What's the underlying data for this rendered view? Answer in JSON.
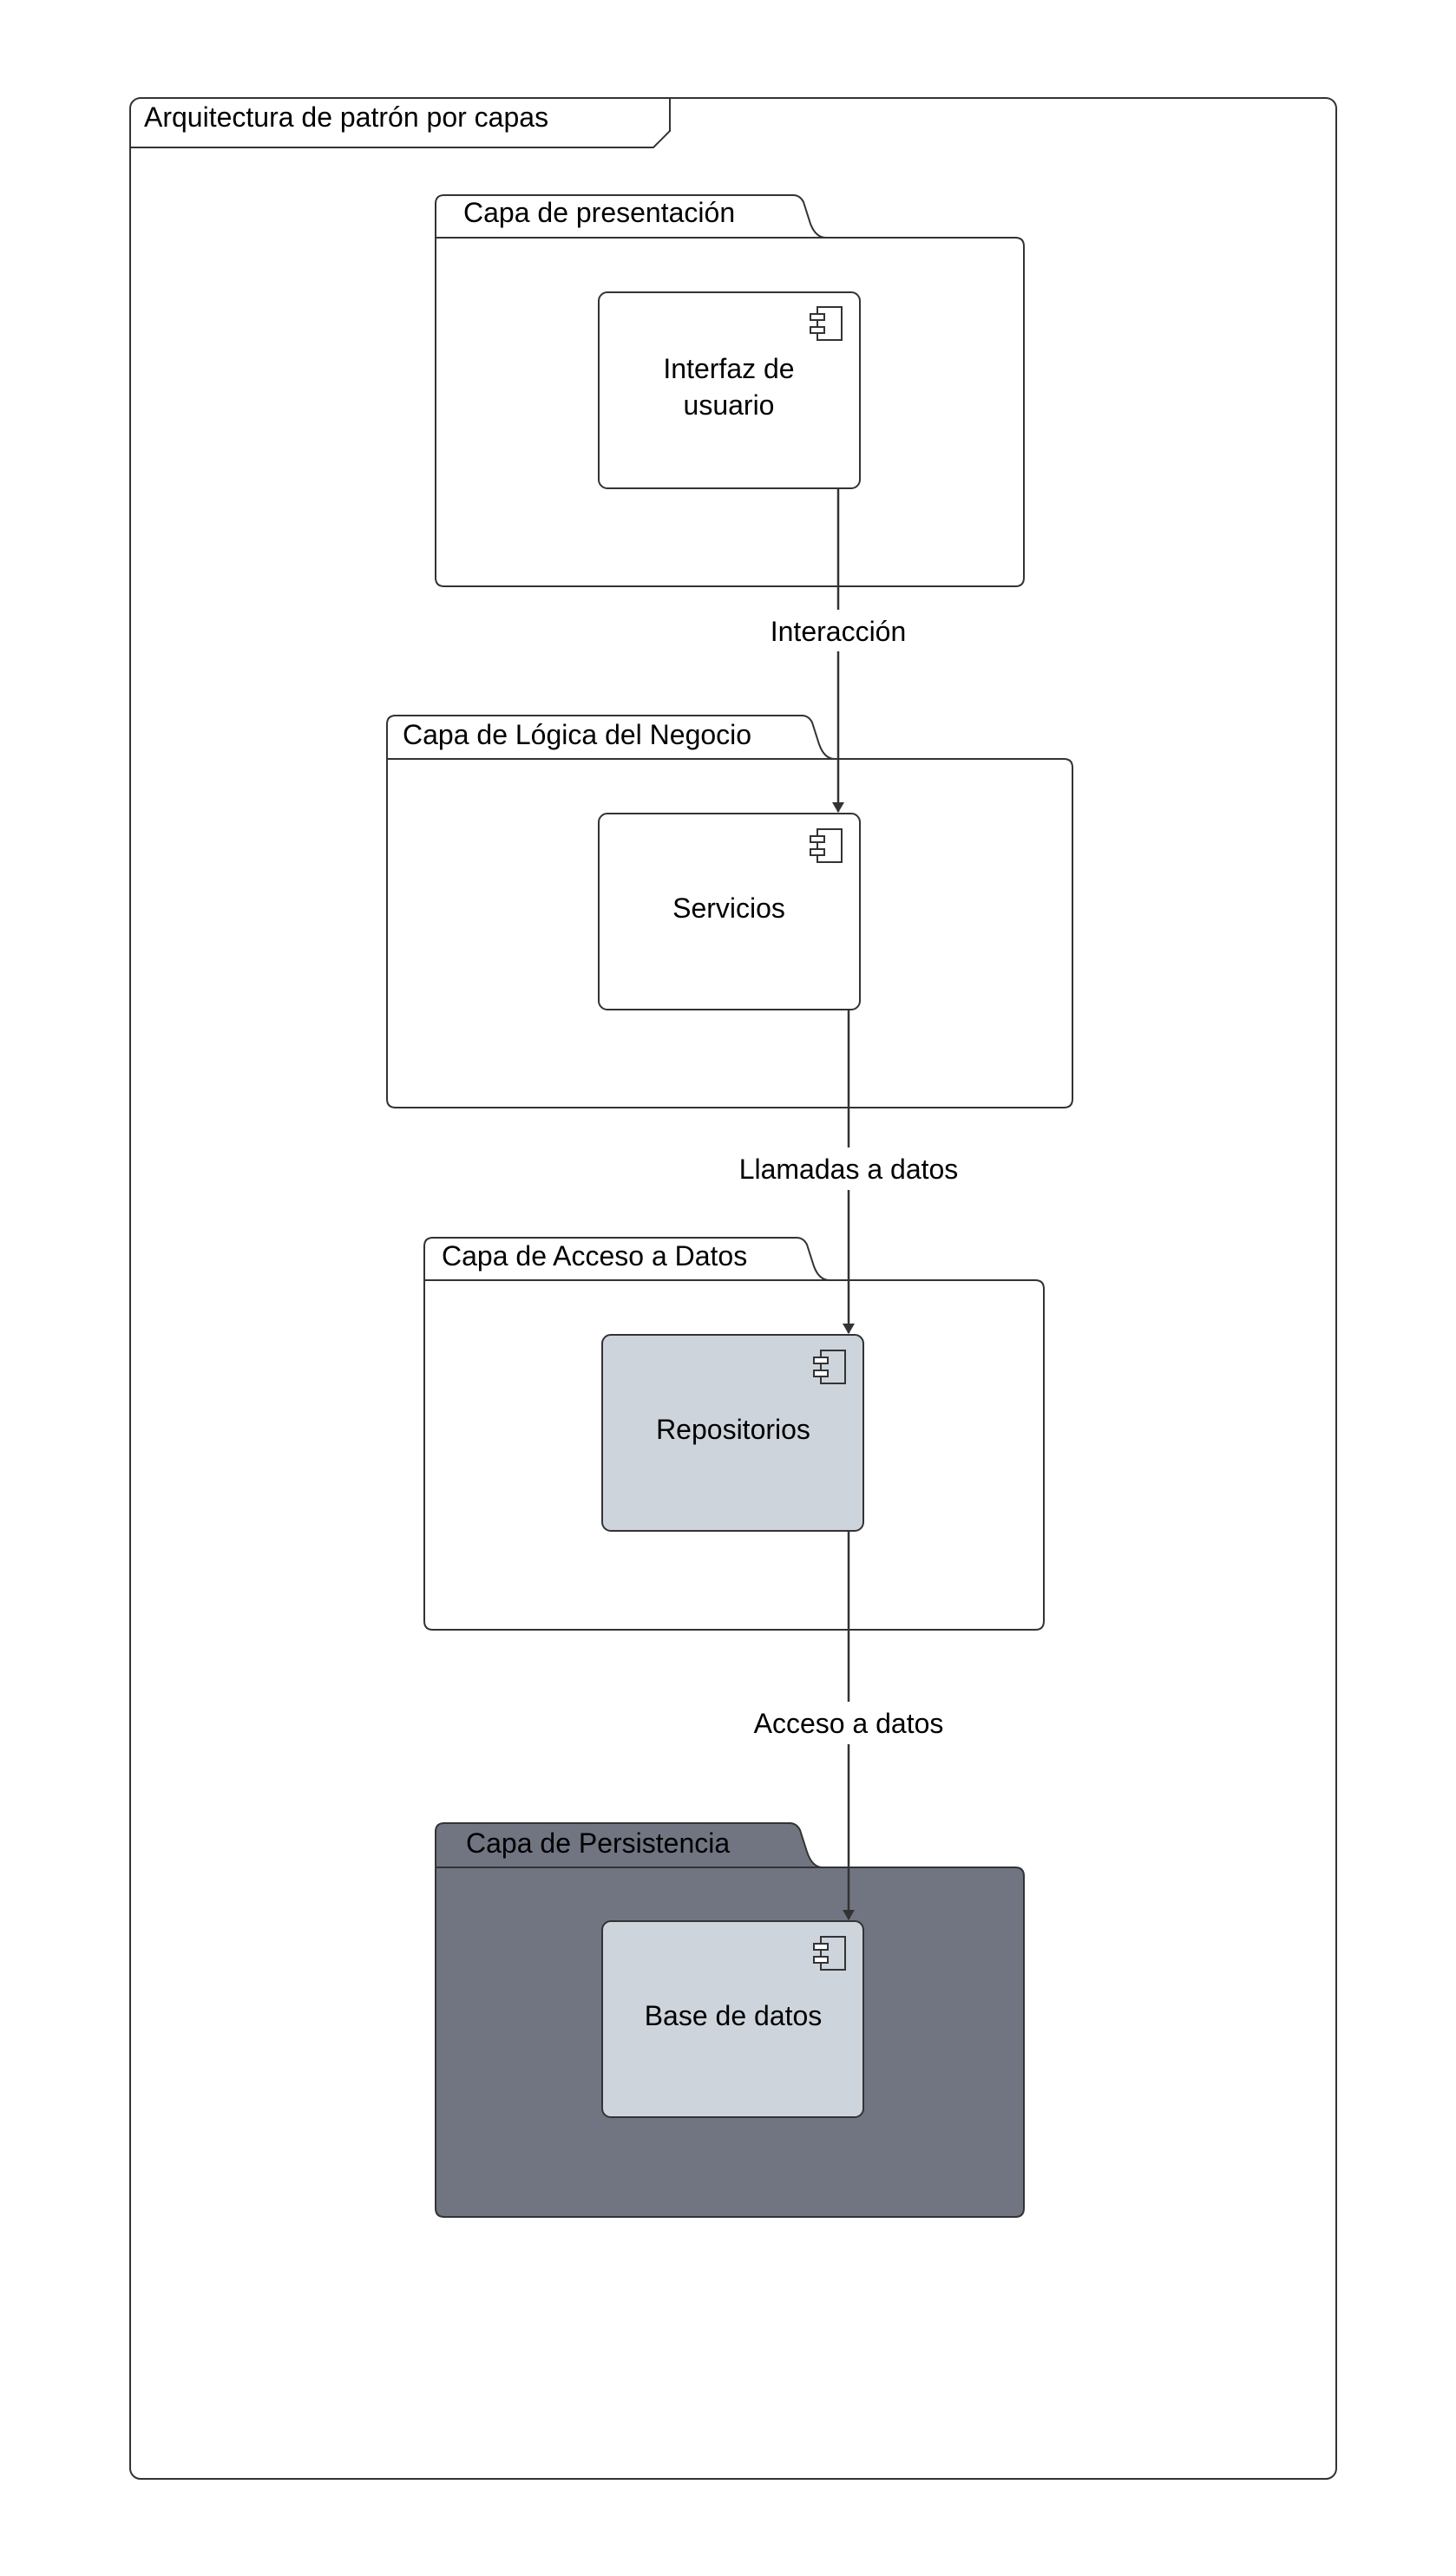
{
  "frame": {
    "title": "Arquitectura de patrón por capas"
  },
  "colors": {
    "stroke": "#333333",
    "arrow": "#333333",
    "white": "#ffffff",
    "component_gray": "#ced4dc",
    "persistence_fill": "#707581"
  },
  "packages": {
    "presentation": {
      "label": "Capa de presentación"
    },
    "business": {
      "label": "Capa de Lógica del Negocio"
    },
    "data_access": {
      "label": "Capa de Acceso a Datos"
    },
    "persistence": {
      "label": "Capa de Persistencia"
    }
  },
  "components": {
    "ui": {
      "line1": "Interfaz de",
      "line2": "usuario",
      "icon": "component-icon"
    },
    "services": {
      "label": "Servicios",
      "icon": "component-icon"
    },
    "repositories": {
      "label": "Repositorios",
      "icon": "component-icon"
    },
    "database": {
      "label": "Base de datos",
      "icon": "component-icon"
    }
  },
  "connectors": {
    "interaction": {
      "label": "Interacción"
    },
    "data_calls": {
      "label": "Llamadas a datos"
    },
    "data_access": {
      "label": "Acceso a datos"
    }
  }
}
